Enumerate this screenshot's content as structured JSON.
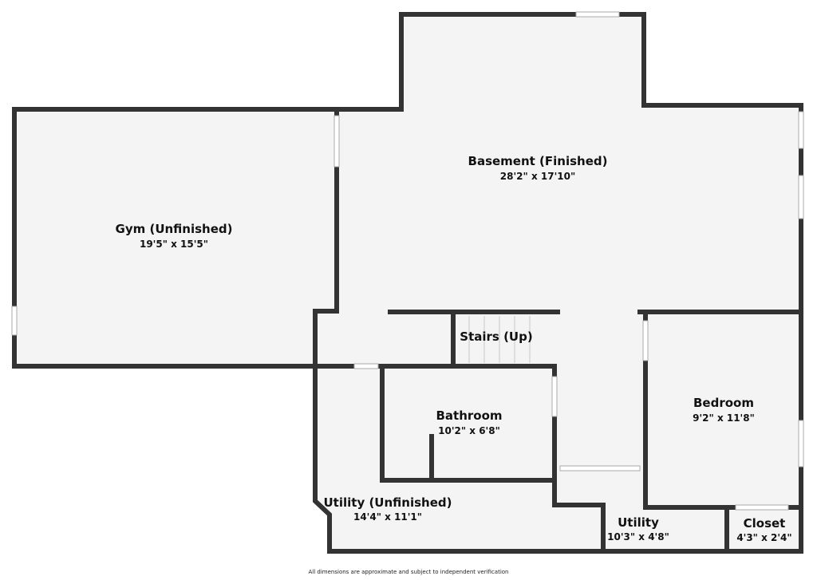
{
  "colors": {
    "wall": "#333333",
    "floor": "#f4f4f4",
    "window": "#ffffff",
    "background": "#ffffff"
  },
  "rooms": {
    "basement": {
      "name": "Basement (Finished)",
      "dimensions": "28'2\" x 17'10\""
    },
    "gym": {
      "name": "Gym (Unfinished)",
      "dimensions": "19'5\" x 15'5\""
    },
    "stairs": {
      "name": "Stairs (Up)"
    },
    "bathroom": {
      "name": "Bathroom",
      "dimensions": "10'2\" x 6'8\""
    },
    "bedroom": {
      "name": "Bedroom",
      "dimensions": "9'2\" x 11'8\""
    },
    "utility_unfinished": {
      "name": "Utility (Unfinished)",
      "dimensions": "14'4\" x 11'1\""
    },
    "utility": {
      "name": "Utility",
      "dimensions": "10'3\" x 4'8\""
    },
    "closet": {
      "name": "Closet",
      "dimensions": "4'3\" x 2'4\""
    }
  },
  "disclaimer": "All dimensions are approximate and subject to independent verification"
}
